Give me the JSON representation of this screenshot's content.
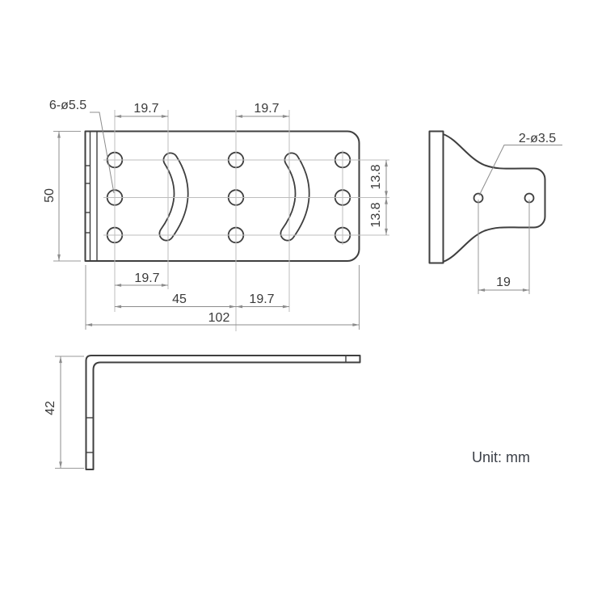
{
  "unit_note": "Unit: mm",
  "top_view": {
    "hole_callout": "6-ø5.5",
    "slot_pitch_top_left": "19.7",
    "slot_pitch_top_right": "19.7",
    "plate_height": "50",
    "row_pitch_upper": "13.8",
    "row_pitch_lower": "13.8",
    "slot_pitch_bottom_left": "19.7",
    "column_pitch": "45",
    "slot_pitch_bottom_right": "19.7",
    "plate_width": "102"
  },
  "side_view": {
    "hole_callout": "2-ø3.5",
    "hole_pitch": "19"
  },
  "front_view": {
    "leg_height": "42"
  }
}
